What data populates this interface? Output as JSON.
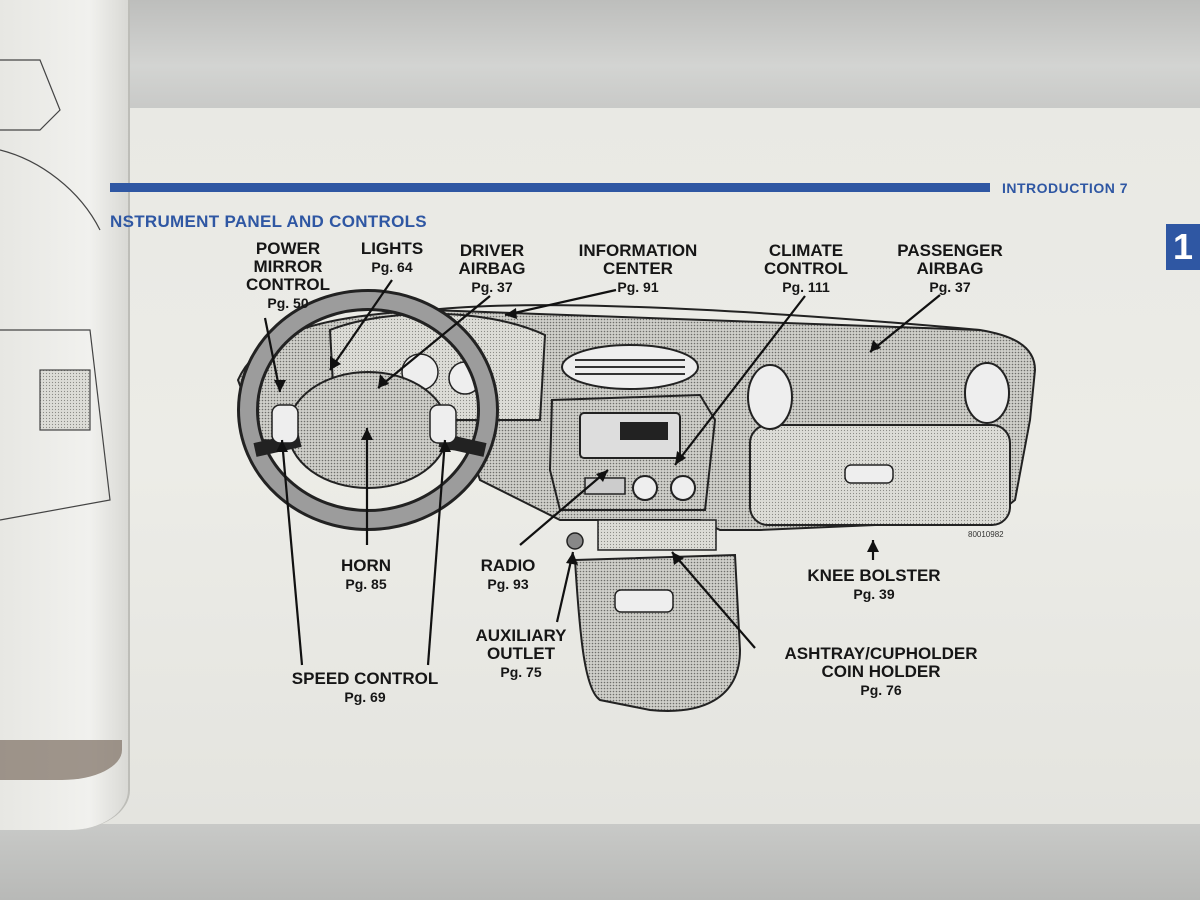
{
  "header": {
    "running_head": "INTRODUCTION   7",
    "chapter": "1"
  },
  "section_title": "NSTRUMENT PANEL AND CONTROLS",
  "illustration_code": "80010982",
  "callouts": [
    {
      "name": "power-mirror-control",
      "lines": [
        "POWER",
        "MIRROR",
        "CONTROL"
      ],
      "page": "Pg. 50"
    },
    {
      "name": "lights",
      "lines": [
        "LIGHTS"
      ],
      "page": "Pg. 64"
    },
    {
      "name": "driver-airbag",
      "lines": [
        "DRIVER",
        "AIRBAG"
      ],
      "page": "Pg. 37"
    },
    {
      "name": "information-center",
      "lines": [
        "INFORMATION",
        "CENTER"
      ],
      "page": "Pg. 91"
    },
    {
      "name": "climate-control",
      "lines": [
        "CLIMATE",
        "CONTROL"
      ],
      "page": "Pg. 111"
    },
    {
      "name": "passenger-airbag",
      "lines": [
        "PASSENGER",
        "AIRBAG"
      ],
      "page": "Pg. 37"
    },
    {
      "name": "horn",
      "lines": [
        "HORN"
      ],
      "page": "Pg. 85"
    },
    {
      "name": "radio",
      "lines": [
        "RADIO"
      ],
      "page": "Pg. 93"
    },
    {
      "name": "knee-bolster",
      "lines": [
        "KNEE BOLSTER"
      ],
      "page": "Pg. 39"
    },
    {
      "name": "auxiliary-outlet",
      "lines": [
        "AUXILIARY",
        "OUTLET"
      ],
      "page": "Pg. 75"
    },
    {
      "name": "ashtray-cupholder",
      "lines": [
        "ASHTRAY/CUPHOLDER",
        "COIN HOLDER"
      ],
      "page": "Pg. 76"
    },
    {
      "name": "speed-control",
      "lines": [
        "SPEED CONTROL"
      ],
      "page": "Pg. 69"
    }
  ],
  "colors": {
    "accent": "#2f57a3",
    "text": "#161616",
    "paper": "#ecece7"
  }
}
